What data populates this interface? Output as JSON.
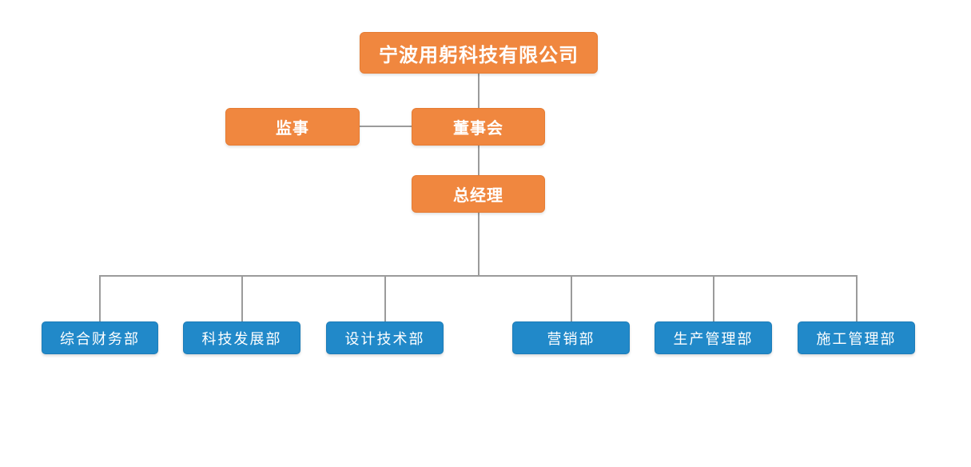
{
  "org_chart": {
    "background_color": "#ffffff",
    "colors": {
      "management_box": "#f0873f",
      "department_box": "#2189c9",
      "connector_line": "#9b9b9b",
      "box_text": "#ffffff"
    },
    "nodes": {
      "company": {
        "label": "宁波用躬科技有限公司"
      },
      "supervisor": {
        "label": "监事"
      },
      "board": {
        "label": "董事会"
      },
      "general_manager": {
        "label": "总经理"
      },
      "departments": [
        {
          "label": "综合财务部"
        },
        {
          "label": "科技发展部"
        },
        {
          "label": "设计技术部"
        },
        {
          "label": "营销部"
        },
        {
          "label": "生产管理部"
        },
        {
          "label": "施工管理部"
        }
      ]
    }
  }
}
